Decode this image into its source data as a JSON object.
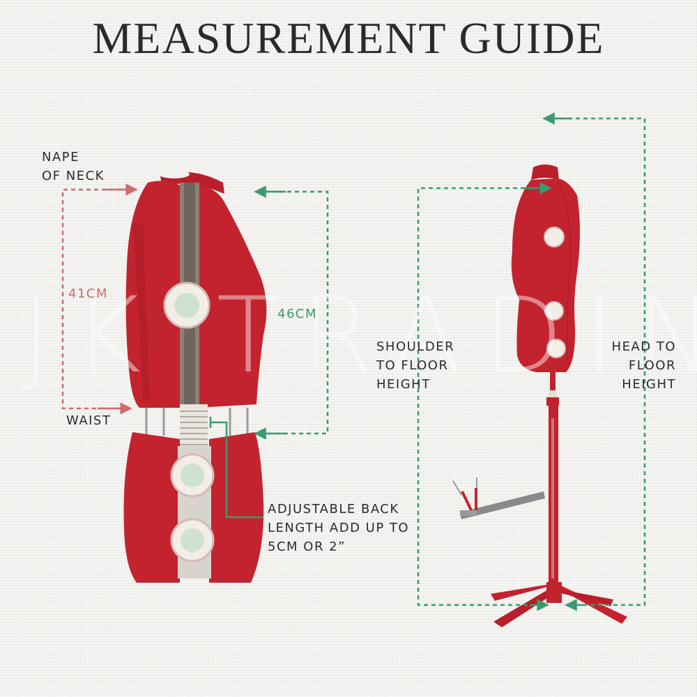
{
  "title": "MEASUREMENT GUIDE",
  "watermark": "JK TRADING",
  "labels": {
    "nape_line1": "NAPE",
    "nape_line2": "OF NECK",
    "waist": "WAIST",
    "length_41": "41CM",
    "length_46": "46CM",
    "adjust_line1": "ADJUSTABLE BACK",
    "adjust_line2": "LENGTH ADD UP TO",
    "adjust_line3": "5CM OR 2”",
    "shoulder_line1": "SHOULDER",
    "shoulder_line2": "TO FLOOR",
    "shoulder_line3": "HEIGHT",
    "head_line1": "HEAD TO",
    "head_line2": "FLOOR",
    "head_line3": "HEIGHT"
  },
  "colors": {
    "dummy_red": "#c3232e",
    "measure_pink": "#d06a6e",
    "measure_green": "#3a9a72",
    "background": "#f1f0ec"
  }
}
